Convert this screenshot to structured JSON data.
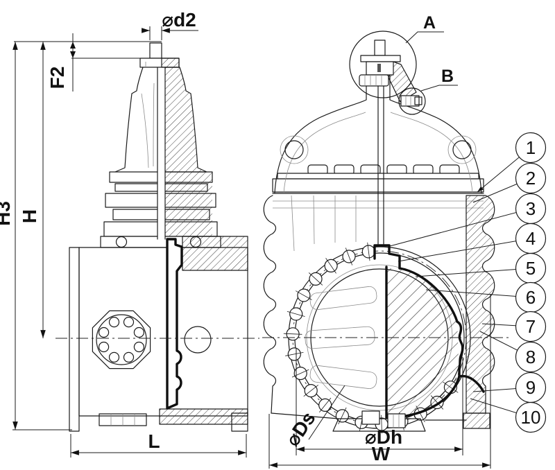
{
  "colors": {
    "ink": "#1a1a1a",
    "paper": "#ffffff"
  },
  "left_view": {
    "dim_stem_diameter": "⌀d2",
    "dim_cap_height": "F2",
    "dim_total_height": "H3",
    "dim_center_height": "H",
    "dim_face_to_face": "L"
  },
  "right_view": {
    "dim_seal_diameter": "⌀Ds",
    "dim_hole_diameter": "⌀Dh",
    "dim_width": "W",
    "detail_a": "A",
    "detail_b": "B"
  },
  "balloons": [
    {
      "label": "1"
    },
    {
      "label": "2"
    },
    {
      "label": "3"
    },
    {
      "label": "4"
    },
    {
      "label": "5"
    },
    {
      "label": "6"
    },
    {
      "label": "7"
    },
    {
      "label": "8"
    },
    {
      "label": "9"
    },
    {
      "label": "10"
    }
  ]
}
